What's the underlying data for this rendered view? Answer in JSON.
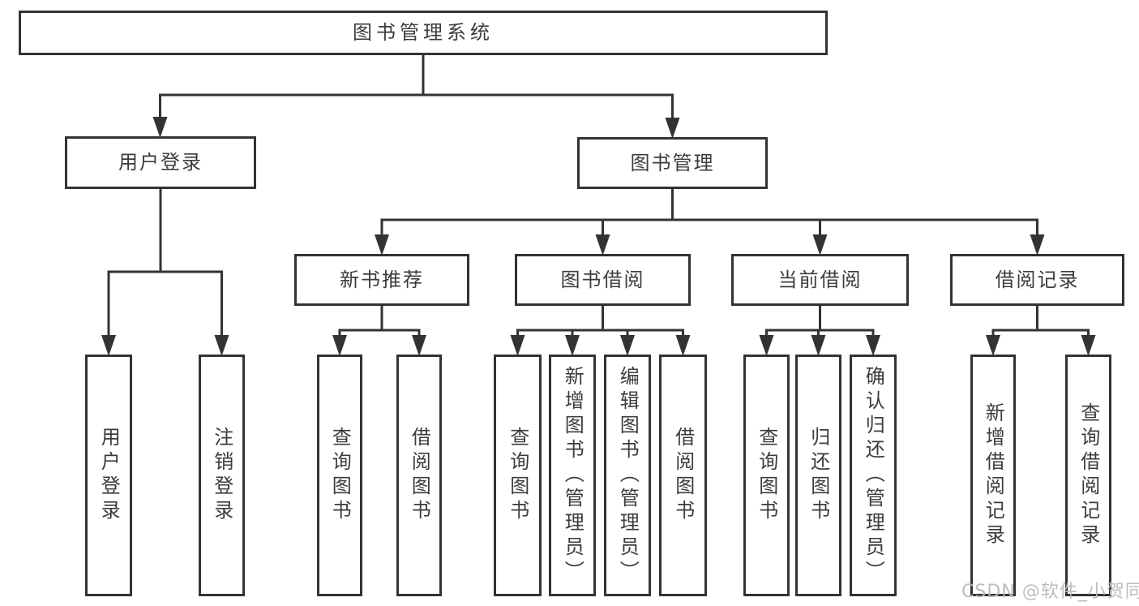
{
  "diagram_type": "function-structure-tree",
  "tree": {
    "label": "图书管理系统",
    "children": [
      {
        "label": "用户登录",
        "children": [
          {
            "label": "用户登录"
          },
          {
            "label": "注销登录"
          }
        ]
      },
      {
        "label": "图书管理",
        "children": [
          {
            "label": "新书推荐",
            "children": [
              {
                "label": "查询图书"
              },
              {
                "label": "借阅图书"
              }
            ]
          },
          {
            "label": "图书借阅",
            "children": [
              {
                "label": "查询图书"
              },
              {
                "label": "新增图书（管理员）"
              },
              {
                "label": "编辑图书（管理员）"
              },
              {
                "label": "借阅图书"
              }
            ]
          },
          {
            "label": "当前借阅",
            "children": [
              {
                "label": "查询图书"
              },
              {
                "label": "归还图书"
              },
              {
                "label": "确认归还（管理员）"
              }
            ]
          },
          {
            "label": "借阅记录",
            "children": [
              {
                "label": "新增借阅记录"
              },
              {
                "label": "查询借阅记录"
              }
            ]
          }
        ]
      }
    ]
  },
  "watermark": "CSDN @软件_小贺同学",
  "colors": {
    "line": "#333333",
    "text": "#3c3c3c",
    "background": "#ffffff",
    "watermark": "#b9b9b9"
  }
}
